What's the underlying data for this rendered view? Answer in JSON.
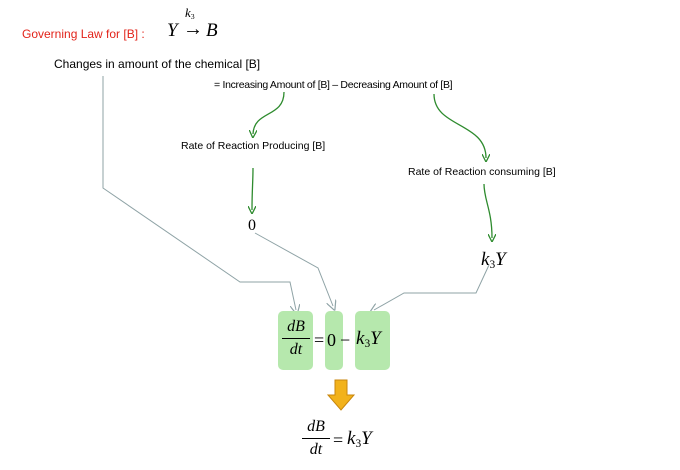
{
  "header": {
    "label": "Governing  Law for [B]  :",
    "reaction_left": "Y",
    "rate_constant": "k",
    "rate_constant_sub": "3",
    "arrow": "→",
    "reaction_right": "B"
  },
  "changes_label": "Changes in amount of the chemical [B]",
  "balance_label": "= Increasing Amount of [B] – Decreasing Amount of [B]",
  "producing_label": "Rate of Reaction Producing [B]",
  "consuming_label": "Rate of Reaction consuming [B]",
  "producing_value": "0",
  "consuming_value": {
    "k": "k",
    "sub": "3",
    "var": "Y"
  },
  "equation": {
    "num": "dB",
    "den": "dt",
    "equals": "=",
    "zero": "0",
    "minus": "−",
    "k": "k",
    "sub": "3",
    "var": "Y"
  },
  "result": {
    "num": "dB",
    "den": "dt",
    "equals": "=",
    "k": "k",
    "sub": "3",
    "var": "Y"
  },
  "colors": {
    "title_red": "#e2231a",
    "green_arrow": "#2e8b2e",
    "gray_arrow": "#8fa3a6",
    "highlight_box": "#b6e8ad",
    "down_arrow": "#f2b21b"
  }
}
